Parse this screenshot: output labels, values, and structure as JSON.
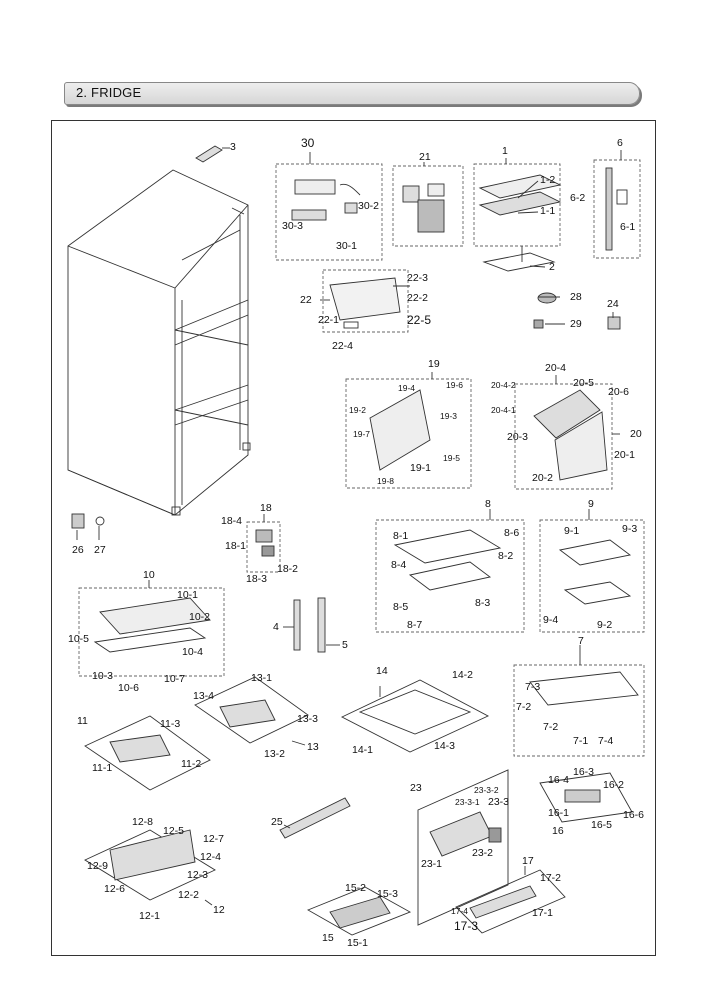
{
  "section": {
    "title": "2. FRIDGE"
  },
  "labels": {
    "p1": "1",
    "p1_1": "1-1",
    "p1_2": "1-2",
    "p2": "2",
    "p3": "3",
    "p4": "4",
    "p5": "5",
    "p6": "6",
    "p6_1": "6-1",
    "p6_2": "6-2",
    "p7": "7",
    "p7_1": "7-1",
    "p7_2a": "7-2",
    "p7_2b": "7-2",
    "p7_3": "7-3",
    "p7_4": "7-4",
    "p8": "8",
    "p8_1": "8-1",
    "p8_2": "8-2",
    "p8_3": "8-3",
    "p8_4": "8-4",
    "p8_5": "8-5",
    "p8_6": "8-6",
    "p8_7": "8-7",
    "p9": "9",
    "p9_1": "9-1",
    "p9_2": "9-2",
    "p9_3": "9-3",
    "p9_4": "9-4",
    "p10": "10",
    "p10_1": "10-1",
    "p10_2": "10-2",
    "p10_3": "10-3",
    "p10_4": "10-4",
    "p10_5": "10-5",
    "p10_6": "10-6",
    "p10_7": "10-7",
    "p11": "11",
    "p11_1": "11-1",
    "p11_2": "11-2",
    "p11_3": "11-3",
    "p12": "12",
    "p12_1": "12-1",
    "p12_2": "12-2",
    "p12_3": "12-3",
    "p12_4": "12-4",
    "p12_5": "12-5",
    "p12_6": "12-6",
    "p12_7": "12-7",
    "p12_8": "12-8",
    "p12_9": "12-9",
    "p13": "13",
    "p13_1": "13-1",
    "p13_2": "13-2",
    "p13_3": "13-3",
    "p13_4": "13-4",
    "p14": "14",
    "p14_1": "14-1",
    "p14_2": "14-2",
    "p14_3": "14-3",
    "p15": "15",
    "p15_1": "15-1",
    "p15_2": "15-2",
    "p15_3": "15-3",
    "p16": "16",
    "p16_1": "16-1",
    "p16_2": "16-2",
    "p16_3": "16-3",
    "p16_4": "16-4",
    "p16_5": "16-5",
    "p16_6": "16-6",
    "p17": "17",
    "p17_1": "17-1",
    "p17_2": "17-2",
    "p17_3": "17-3",
    "p17_4": "17-4",
    "p18": "18",
    "p18_1": "18-1",
    "p18_2": "18-2",
    "p18_3": "18-3",
    "p18_4": "18-4",
    "p19": "19",
    "p19_1": "19-1",
    "p19_2": "19-2",
    "p19_3": "19-3",
    "p19_4": "19-4",
    "p19_5": "19-5",
    "p19_6": "19-6",
    "p19_7": "19-7",
    "p19_8": "19-8",
    "p20": "20",
    "p20_1": "20-1",
    "p20_2": "20-2",
    "p20_3": "20-3",
    "p20_4": "20-4",
    "p20_4_1": "20-4-1",
    "p20_4_2": "20-4-2",
    "p20_5": "20-5",
    "p20_6": "20-6",
    "p21": "21",
    "p22": "22",
    "p22_1": "22-1",
    "p22_2": "22-2",
    "p22_3": "22-3",
    "p22_4": "22-4",
    "p22_5": "22-5",
    "p23": "23",
    "p23_1": "23-1",
    "p23_2": "23-2",
    "p23_3": "23-3",
    "p23_3_1": "23-3-1",
    "p23_3_2": "23-3-2",
    "p24": "24",
    "p25": "25",
    "p26": "26",
    "p27": "27",
    "p28": "28",
    "p29": "29",
    "p30": "30",
    "p30_1": "30-1",
    "p30_2": "30-2",
    "p30_3": "30-3"
  }
}
